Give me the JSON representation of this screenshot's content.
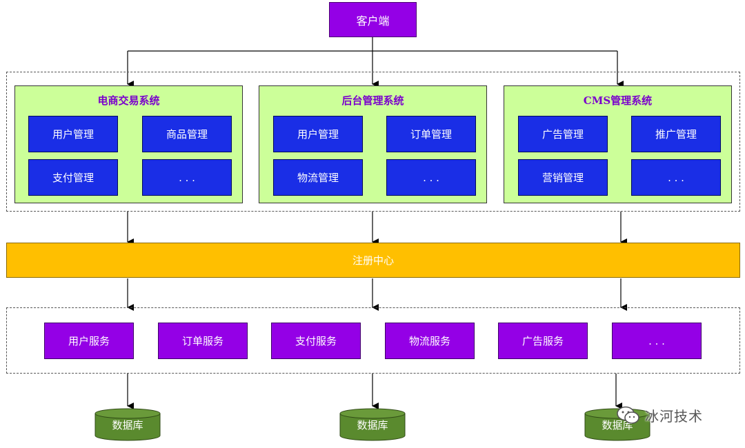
{
  "client": "客户端",
  "systems": [
    {
      "title": "电商交易系统",
      "modules": [
        "用户管理",
        "商品管理",
        "支付管理",
        ". . ."
      ]
    },
    {
      "title": "后台管理系统",
      "modules": [
        "用户管理",
        "订单管理",
        "物流管理",
        ". . ."
      ]
    },
    {
      "title": "CMS管理系统",
      "modules": [
        "广告管理",
        "推广管理",
        "营销管理",
        ". . ."
      ]
    }
  ],
  "registry": "注册中心",
  "services": [
    "用户服务",
    "订单服务",
    "支付服务",
    "物流服务",
    "广告服务",
    ". . ."
  ],
  "databases": [
    "数据库",
    "数据库",
    "数据库"
  ],
  "watermark": "冰河技术",
  "colors": {
    "client": "#9400e6",
    "system_box": "#ccff99",
    "system_title": "#7a00cc",
    "module": "#1a2ee6",
    "registry": "#ffbf00",
    "service": "#9400e6",
    "database": "#5a8a2e"
  }
}
